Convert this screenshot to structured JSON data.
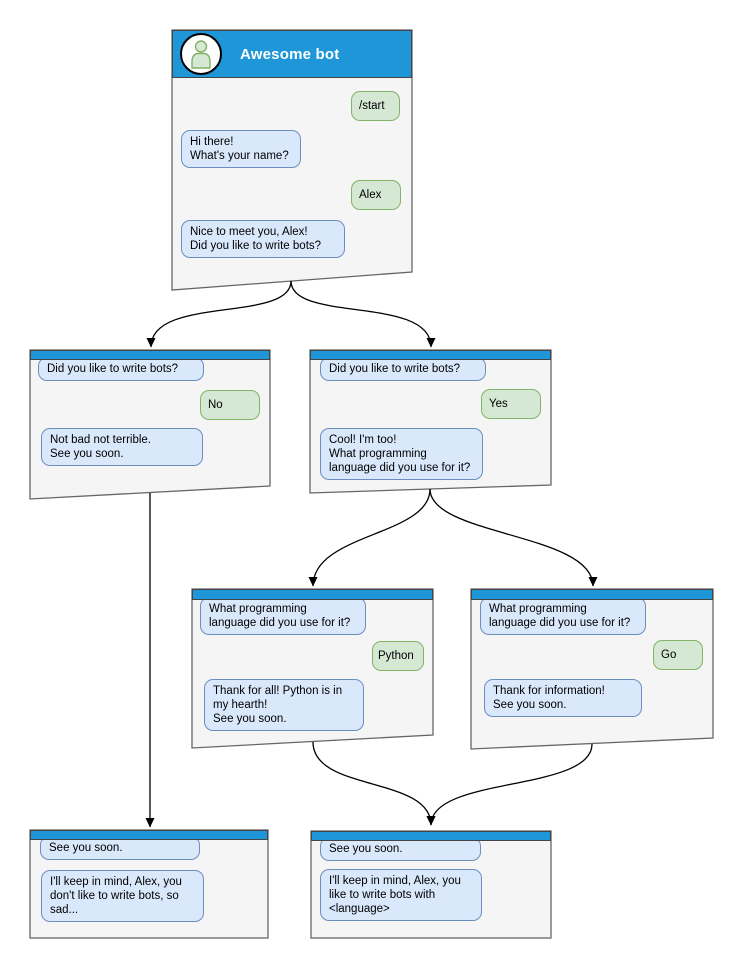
{
  "colors": {
    "header_blue": "#1e96d8",
    "window_fill": "#f5f5f5",
    "window_border": "#666666",
    "bot_bubble_fill": "#dae8fc",
    "bot_bubble_border": "#6c8ebf",
    "user_bubble_fill": "#d5e8d4",
    "user_bubble_border": "#82b366",
    "connector": "#000000"
  },
  "windows": [
    {
      "name": "main",
      "title": "Awesome bot",
      "messages": [
        {
          "from": "user",
          "text": "/start"
        },
        {
          "from": "bot",
          "text": "Hi there!\nWhat's your name?"
        },
        {
          "from": "user",
          "text": "Alex"
        },
        {
          "from": "bot",
          "text": "Nice to meet you, Alex!\nDid you like to write bots?"
        }
      ]
    },
    {
      "name": "branch-no",
      "messages": [
        {
          "from": "bot",
          "text": "Did you like to write bots?"
        },
        {
          "from": "user",
          "text": "No"
        },
        {
          "from": "bot",
          "text": "Not bad not terrible.\nSee you soon."
        }
      ]
    },
    {
      "name": "branch-yes",
      "messages": [
        {
          "from": "bot",
          "text": "Did you like to write bots?"
        },
        {
          "from": "user",
          "text": "Yes"
        },
        {
          "from": "bot",
          "text": "Cool! I'm too!\nWhat programming\nlanguage did you use for it?"
        }
      ]
    },
    {
      "name": "branch-python",
      "messages": [
        {
          "from": "bot",
          "text": "What programming\nlanguage did you use for it?"
        },
        {
          "from": "user",
          "text": "Python"
        },
        {
          "from": "bot",
          "text": "Thank for all! Python is in\nmy hearth!\nSee you soon."
        }
      ]
    },
    {
      "name": "branch-go",
      "messages": [
        {
          "from": "bot",
          "text": "What programming\nlanguage did you use for it?"
        },
        {
          "from": "user",
          "text": "Go"
        },
        {
          "from": "bot",
          "text": "Thank for information!\nSee you soon."
        }
      ]
    },
    {
      "name": "end-no",
      "messages": [
        {
          "from": "bot",
          "text": "See you soon."
        },
        {
          "from": "bot",
          "text": "I'll keep in mind, Alex, you\ndon't like to write bots, so\nsad..."
        }
      ]
    },
    {
      "name": "end-yes",
      "messages": [
        {
          "from": "bot",
          "text": "See you soon."
        },
        {
          "from": "bot",
          "text": "I'll keep in mind, Alex, you\nlike to write bots with\n<language>"
        }
      ]
    }
  ]
}
